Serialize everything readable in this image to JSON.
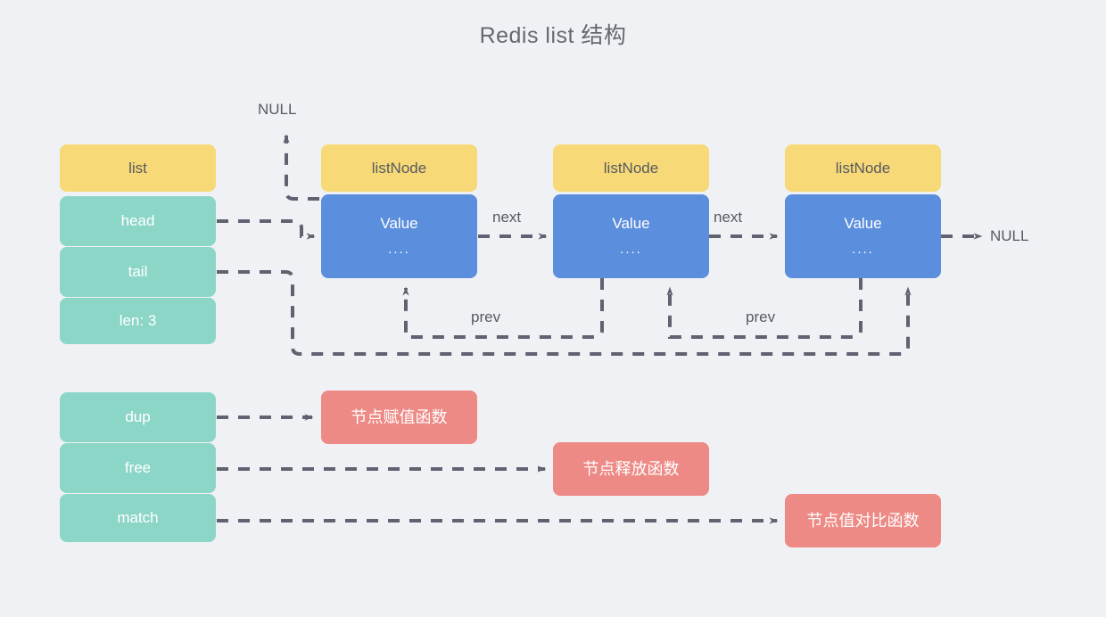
{
  "page": {
    "title": "Redis list 结构",
    "background_color": "#F0F1F4"
  },
  "colors": {
    "yellow_header": "#F7D977",
    "teal_field": "#8CD6C8",
    "blue_value": "#5B8EDC",
    "red_function": "#ED8A85",
    "wire": "#5F6270",
    "text_dark": "#585A62"
  },
  "list_struct": {
    "header": "list",
    "fields": [
      {
        "label": "head"
      },
      {
        "label": "tail"
      },
      {
        "label": "len: 3"
      }
    ]
  },
  "nodes": [
    {
      "header": "listNode",
      "value": "Value",
      "dots": "...."
    },
    {
      "header": "listNode",
      "value": "Value",
      "dots": "...."
    },
    {
      "header": "listNode",
      "value": "Value",
      "dots": "...."
    }
  ],
  "edge_labels": {
    "null_top": "NULL",
    "null_right": "NULL",
    "next_1": "next",
    "next_2": "next",
    "prev_1": "prev",
    "prev_2": "prev"
  },
  "callbacks": {
    "fields": [
      {
        "label": "dup"
      },
      {
        "label": "free"
      },
      {
        "label": "match"
      }
    ],
    "functions": [
      {
        "label": "节点赋值函数"
      },
      {
        "label": "节点释放函数"
      },
      {
        "label": "节点值对比函数"
      }
    ]
  }
}
